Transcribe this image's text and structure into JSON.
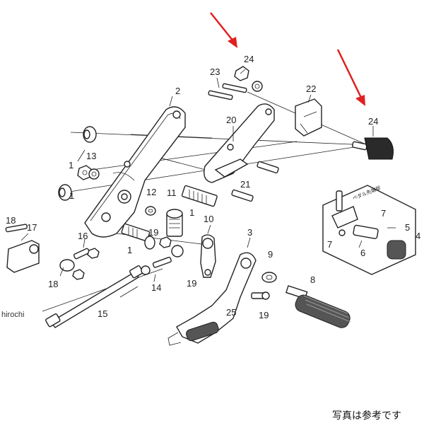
{
  "callouts": {
    "c1a": "1",
    "c1b": "1",
    "c1c": "1",
    "c1d": "1",
    "c2": "2",
    "c3": "3",
    "c4": "4",
    "c5": "5",
    "c6": "6",
    "c7a": "7",
    "c7b": "7",
    "c8": "8",
    "c9": "9",
    "c10": "10",
    "c11": "11",
    "c12": "12",
    "c13": "13",
    "c14": "14",
    "c15": "15",
    "c16": "16",
    "c17": "17",
    "c18a": "18",
    "c18b": "18",
    "c19a": "19",
    "c19b": "19",
    "c19c": "19",
    "c20": "20",
    "c21": "21",
    "c22": "22",
    "c23": "23",
    "c24a": "24",
    "c24b": "24",
    "c25": "25"
  },
  "inset": {
    "note": "ペダル先端部"
  },
  "watermark": "hirochi",
  "caption": "写真は参考です",
  "colors": {
    "arrow": "#e02020",
    "line": "#222222",
    "background": "#ffffff"
  }
}
